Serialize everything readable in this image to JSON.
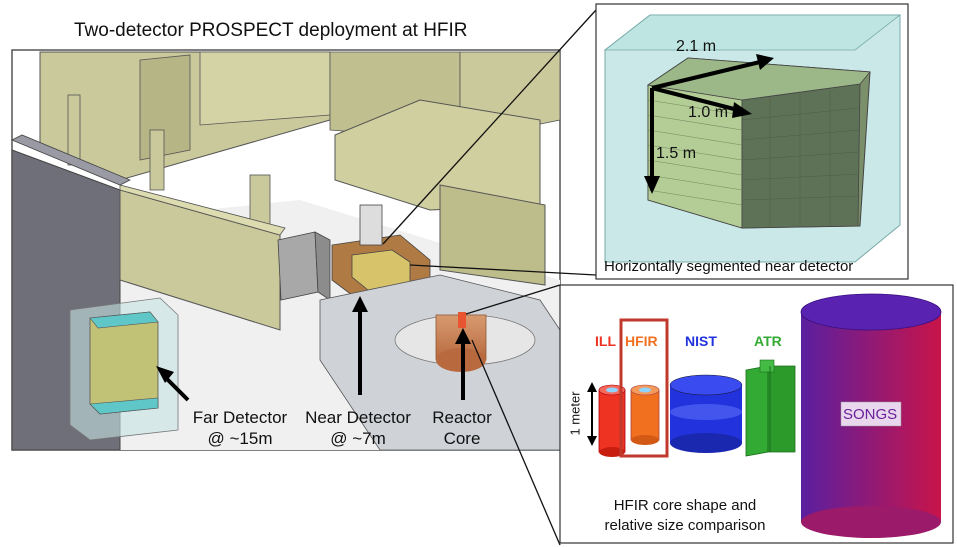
{
  "title": "Two-detector PROSPECT deployment at HFIR",
  "labels": {
    "far_detector": [
      "Far Detector",
      "@ ~15m"
    ],
    "near_detector": [
      "Near Detector",
      "@ ~7m"
    ],
    "reactor_core": [
      "Reactor",
      "Core"
    ]
  },
  "inset_detector": {
    "caption": "Horizontally segmented near detector",
    "dims": [
      "2.1 m",
      "1.0 m",
      "1.5 m"
    ]
  },
  "inset_reactors": {
    "reactors": [
      "ILL",
      "HFIR",
      "NIST",
      "ATR",
      "SONGS"
    ],
    "scale_label": "1 meter",
    "caption": [
      "HFIR core shape and",
      "relative size comparison"
    ]
  },
  "colors": {
    "wall": "#c9c99b",
    "wall_dark": "#a9a97a",
    "floor": "#eeeeee",
    "shield": "#b07a45",
    "ill": "#ee3322",
    "hfir": "#f07020",
    "nist": "#2233dd",
    "atr": "#33aa33",
    "songs_top": "#6622aa",
    "songs_bottom": "#cc1144",
    "hfir_box": "#c0392b"
  }
}
